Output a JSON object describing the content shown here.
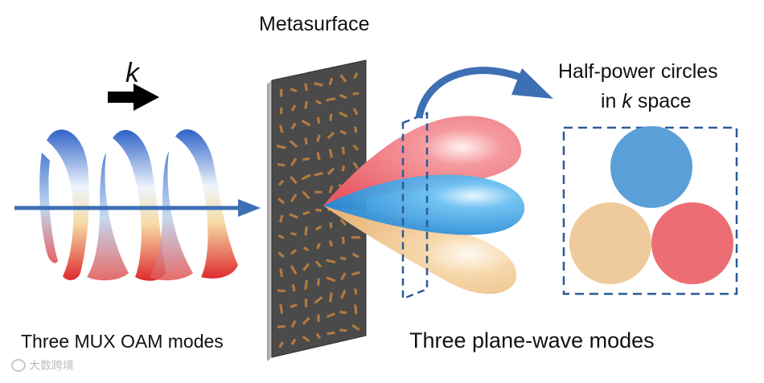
{
  "labels": {
    "metasurface": "Metasurface",
    "wavevector": "k",
    "half_power_line1": "Half-power circles",
    "half_power_line2_pre": "in ",
    "half_power_line2_k": "k",
    "half_power_line2_post": " space",
    "left_caption": "Three MUX OAM modes",
    "right_caption": "Three plane-wave modes"
  },
  "watermark": {
    "text": "大数跨境"
  },
  "colors": {
    "arrow_blue": "#3d6fb4",
    "frame_blue": "#2c5a96",
    "lobe_red": "#ee6b73",
    "lobe_blue": "#3d9ee0",
    "lobe_tan": "#f2c994",
    "circle_blue": "#5b9fd8",
    "circle_tan": "#efcb9c",
    "circle_red": "#ec6d73",
    "metasurface": "#4a4a4a",
    "antenna": "#b27a41"
  }
}
